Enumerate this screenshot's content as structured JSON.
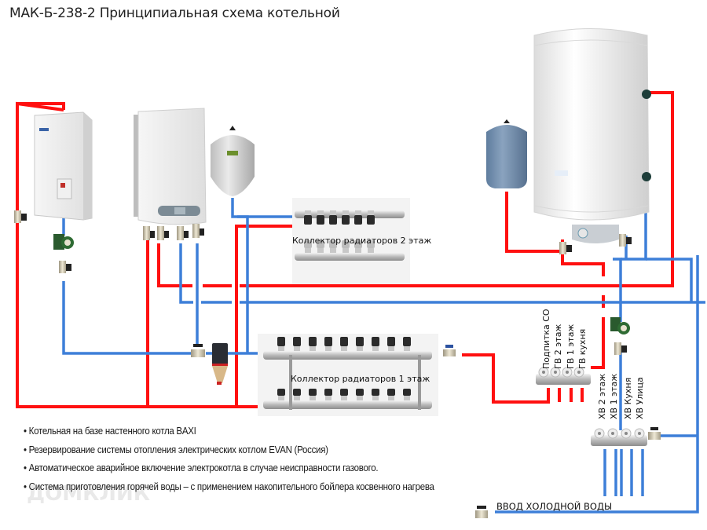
{
  "title": "МАК-Б-238-2 Принципиальная схема котельной",
  "colors": {
    "hot_pipe": "#ff1010",
    "cold_pipe": "#3d7fd8",
    "background": "#ffffff"
  },
  "equipment": {
    "electric_boiler": "EVAN",
    "gas_boiler": "BAXI",
    "expansion_tank_heating": "expansion-tank",
    "expansion_tank_dhw": "expansion-tank",
    "indirect_boiler": "storage-water-heater",
    "dirt_separator": "sludge-separator"
  },
  "labels": {
    "collector_floor2": "Коллектор радиаторов 2 этаж",
    "collector_floor1": "Коллектор радиаторов 1 этаж",
    "hot_manifold": [
      "Подпитка СО",
      "ГВ 2 этаж",
      "ГВ 1 этаж",
      "ГВ кухня"
    ],
    "cold_manifold": [
      "ХВ 2 этаж",
      "ХВ 1 этаж",
      "ХВ Кухня",
      "ХВ Улица"
    ],
    "cold_inlet": "ВВОД ХОЛОДНОЙ ВОДЫ"
  },
  "notes": [
    "• Котельная  на базе настенного котла BAXI",
    "• Резервирование системы отопления электрических котлом EVAN (Россия)",
    "• Автоматическое аварийное включение электрокотла в случае неисправности газового.",
    "• Система приготовления горячей воды – с применением накопительного бойлера косвенного нагрева"
  ],
  "watermark": "ДОМКЛИК"
}
